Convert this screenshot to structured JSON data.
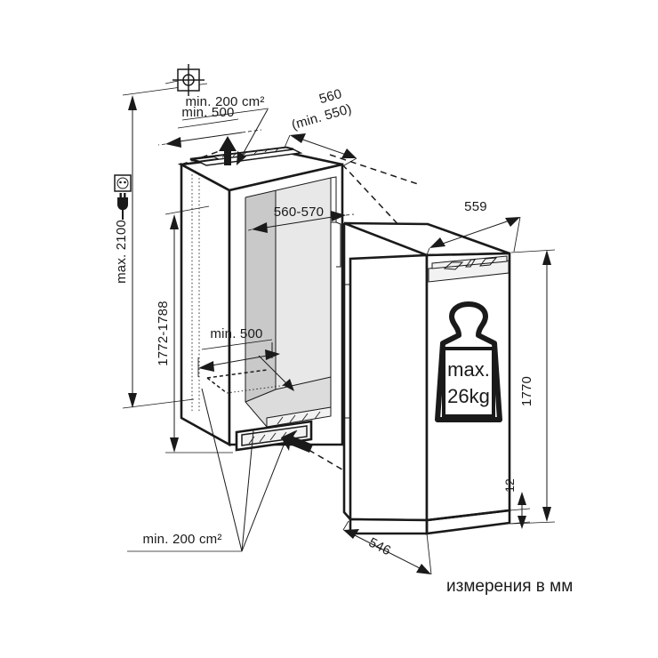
{
  "drawing": {
    "title": "Built-in refrigerator installation dimension drawing",
    "units_note": "измерения в мм",
    "line_color": "#1a1a1a",
    "background": "#ffffff"
  },
  "dimensions": {
    "niche_height_max": "max. 2100",
    "niche_height_range": "1772-1788",
    "niche_depth_top": "560",
    "niche_depth_top_min": "(min. 550)",
    "niche_width": "560-570",
    "vent_area_top": "min. 200 cm²",
    "vent_area_bottom": "min. 200 cm²",
    "clearance_top": "min. 500",
    "clearance_bottom": "min. 500",
    "appliance_depth": "559",
    "appliance_height": "1770",
    "appliance_base_gap": "12",
    "appliance_width": "546"
  },
  "weight_label": {
    "line1": "max.",
    "line2": "26kg"
  },
  "icons": {
    "crosshair": "crosshair-target-icon",
    "socket": "power-socket-icon",
    "plug": "power-plug-icon",
    "arrow_up": "airflow-up-arrow-icon",
    "arrow_in": "airflow-in-arrow-icon",
    "weight": "weight-limit-icon"
  }
}
